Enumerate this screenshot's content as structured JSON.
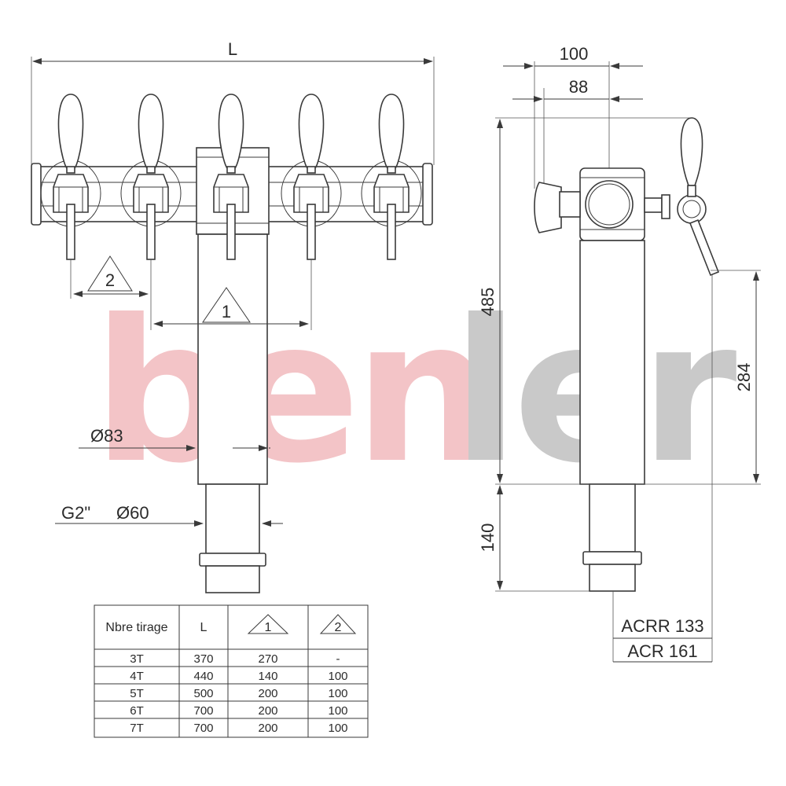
{
  "watermark": {
    "part1": "ben",
    "part2": "ler",
    "color1": "#f3c4c7",
    "color2": "#c9c9c9"
  },
  "front_view": {
    "dim_L": "L",
    "marker_2": "2",
    "marker_1": "1",
    "dim_diameter_83": "Ø83",
    "dim_thread": "G2\"",
    "dim_diameter_60": "Ø60"
  },
  "side_view": {
    "dim_100": "100",
    "dim_88": "88",
    "dim_485": "485",
    "dim_284": "284",
    "dim_140": "140",
    "ref_acrr": "ACRR 133",
    "ref_acr": "ACR 161"
  },
  "table": {
    "headers": [
      "Nbre tirage",
      "L",
      "1",
      "2"
    ],
    "rows": [
      [
        "3T",
        "370",
        "270",
        "-"
      ],
      [
        "4T",
        "440",
        "140",
        "100"
      ],
      [
        "5T",
        "500",
        "200",
        "100"
      ],
      [
        "6T",
        "700",
        "200",
        "100"
      ],
      [
        "7T",
        "700",
        "200",
        "100"
      ]
    ]
  }
}
